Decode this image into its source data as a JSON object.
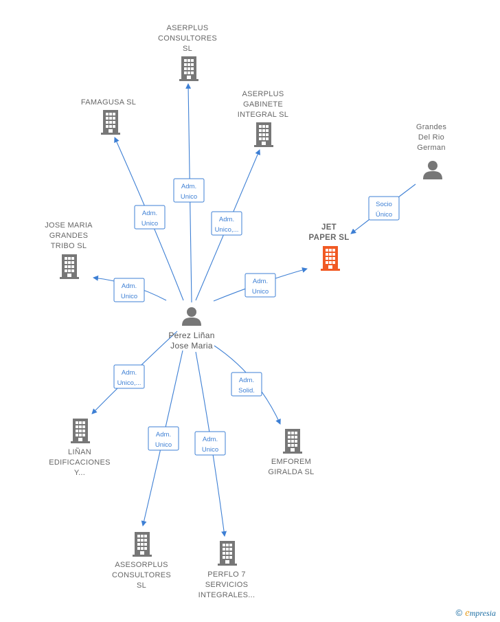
{
  "colors": {
    "edge": "#3d7fd4",
    "company": "#777777",
    "main_company": "#f15a24",
    "person": "#777777"
  },
  "center": {
    "lines": [
      "Perez Liñan",
      "Jose Maria"
    ],
    "icon": "person-icon"
  },
  "nodes": [
    {
      "id": "aserplus-consultores",
      "lines": [
        "ASERPLUS",
        "CONSULTORES",
        "SL"
      ],
      "icon": "building-icon"
    },
    {
      "id": "famagusa",
      "lines": [
        "FAMAGUSA SL"
      ],
      "icon": "building-icon"
    },
    {
      "id": "aserplus-gabinete",
      "lines": [
        "ASERPLUS",
        "GABINETE",
        "INTEGRAL SL"
      ],
      "icon": "building-icon"
    },
    {
      "id": "grandes-del-rio",
      "lines": [
        "Grandes",
        "Del Rio",
        "German"
      ],
      "icon": "person-icon"
    },
    {
      "id": "jet-paper",
      "lines": [
        "JET",
        "PAPER SL"
      ],
      "icon": "building-icon",
      "main": true
    },
    {
      "id": "jose-maria-grandes",
      "lines": [
        "JOSE MARIA",
        "GRANDES",
        "TRIBO SL"
      ],
      "icon": "building-icon"
    },
    {
      "id": "linan-edificaciones",
      "lines": [
        "LIÑAN",
        "EDIFICACIONES",
        "Y..."
      ],
      "icon": "building-icon"
    },
    {
      "id": "emforem",
      "lines": [
        "EMFOREM",
        "GIRALDA SL"
      ],
      "icon": "building-icon"
    },
    {
      "id": "asesorplus",
      "lines": [
        "ASESORPLUS",
        "CONSULTORES",
        "SL"
      ],
      "icon": "building-icon"
    },
    {
      "id": "perflo7",
      "lines": [
        "PERFLO 7",
        "SERVICIOS",
        "INTEGRALES..."
      ],
      "icon": "building-icon"
    }
  ],
  "edges": [
    {
      "id": "to-aserplus-consultores",
      "label": [
        "Adm.",
        "Unico"
      ]
    },
    {
      "id": "to-famagusa",
      "label": [
        "Adm.",
        "Unico"
      ]
    },
    {
      "id": "to-aserplus-gabinete",
      "label": [
        "Adm.",
        "Unico,..."
      ]
    },
    {
      "id": "to-jose-maria-grandes",
      "label": [
        "Adm.",
        "Unico"
      ]
    },
    {
      "id": "to-jet-paper",
      "label": [
        "Adm.",
        "Unico"
      ]
    },
    {
      "id": "grandes-to-jet-paper",
      "label": [
        "Socio",
        "Único"
      ]
    },
    {
      "id": "to-linan",
      "label": [
        "Adm.",
        "Unico,..."
      ]
    },
    {
      "id": "to-emforem",
      "label": [
        "Adm.",
        "Solid."
      ]
    },
    {
      "id": "to-asesorplus",
      "label": [
        "Adm.",
        "Unico"
      ]
    },
    {
      "id": "to-perflo7",
      "label": [
        "Adm.",
        "Unico"
      ]
    }
  ],
  "brand": {
    "copyright": "©",
    "e": "e",
    "rest": "mpresia"
  }
}
